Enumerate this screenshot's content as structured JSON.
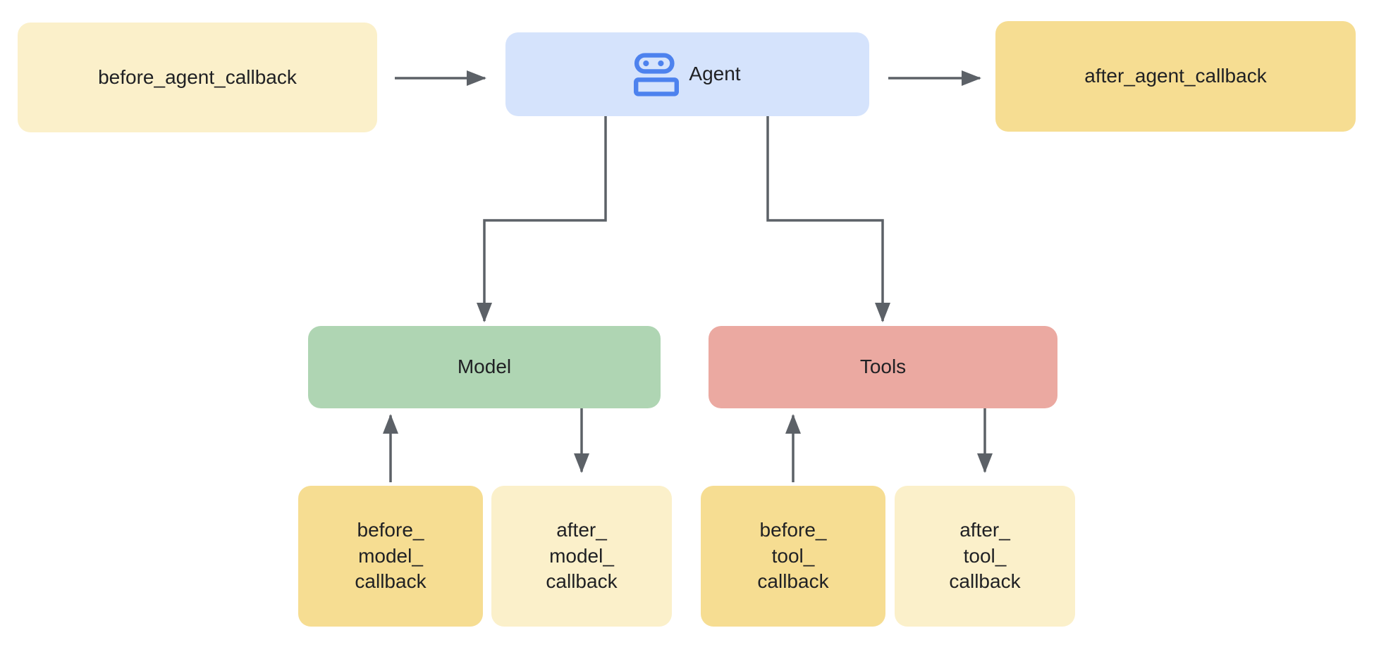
{
  "colors": {
    "background": "#ffffff",
    "cream_box": "#fbf0ca",
    "gold_box": "#f6dd92",
    "agent_blue_box": "#d5e3fc",
    "model_green_box": "#afd5b3",
    "tools_salmon_box": "#eba9a1",
    "robot_icon_blue": "#4d82ee",
    "arrow_gray": "#5c6167",
    "text": "#202124"
  },
  "nodes": {
    "before_agent": {
      "label": "before_agent_callback"
    },
    "agent": {
      "label": "Agent",
      "icon": "robot-icon"
    },
    "after_agent": {
      "label": "after_agent_callback"
    },
    "model": {
      "label": "Model"
    },
    "tools": {
      "label": "Tools"
    },
    "before_model": {
      "label": "before_\nmodel_\ncallback"
    },
    "after_model": {
      "label": "after_\nmodel_\ncallback"
    },
    "before_tool": {
      "label": "before_\ntool_\ncallback"
    },
    "after_tool": {
      "label": "after_\ntool_\ncallback"
    }
  },
  "edges": [
    {
      "from": "before_agent_callback",
      "to": "Agent"
    },
    {
      "from": "Agent",
      "to": "after_agent_callback"
    },
    {
      "from": "Agent",
      "to": "Model"
    },
    {
      "from": "Agent",
      "to": "Tools"
    },
    {
      "from": "before_model_callback",
      "to": "Model"
    },
    {
      "from": "Model",
      "to": "after_model_callback"
    },
    {
      "from": "before_tool_callback",
      "to": "Tools"
    },
    {
      "from": "Tools",
      "to": "after_tool_callback"
    }
  ]
}
